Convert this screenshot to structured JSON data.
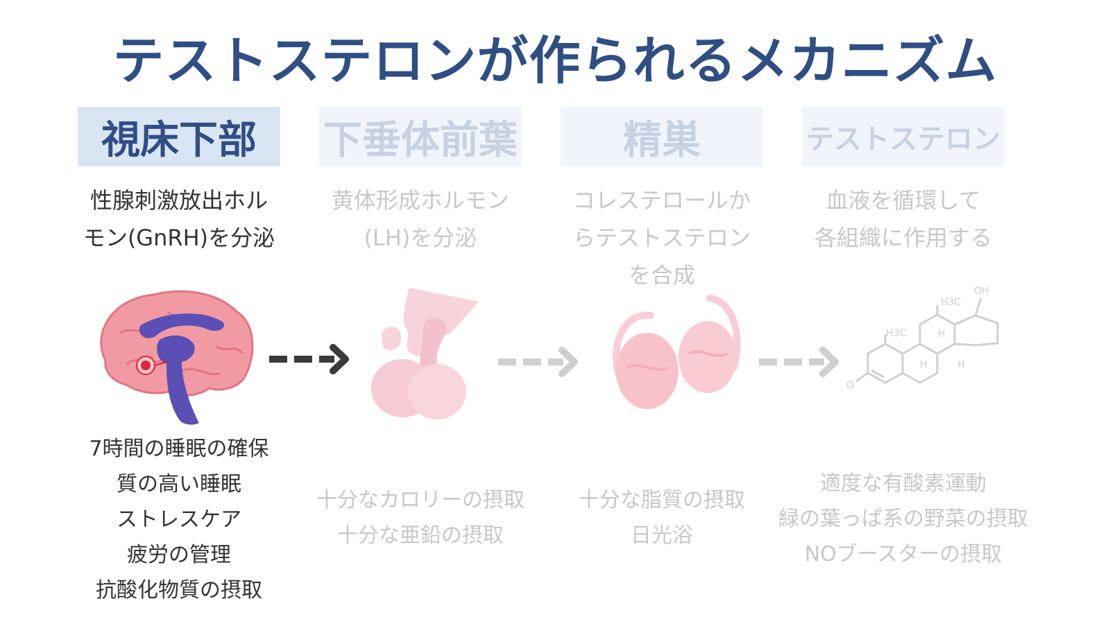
{
  "title": "テストステロンが作られるメカニズム",
  "stages": [
    {
      "name": "視床下部",
      "description_lines": [
        "性腺刺激放出ホル",
        "モン(GnRH)を分泌"
      ],
      "illustration": "brain-icon",
      "factors": [
        "7時間の睡眠の確保",
        "質の高い睡眠",
        "ストレスケア",
        "疲労の管理",
        "抗酸化物質の摂取"
      ],
      "active": true
    },
    {
      "name": "下垂体前葉",
      "description_lines": [
        "黄体形成ホルモン",
        "(LH)を分泌"
      ],
      "illustration": "pituitary-icon",
      "factors": [
        "十分なカロリーの摂取",
        "十分な亜鉛の摂取"
      ],
      "active": false
    },
    {
      "name": "精巣",
      "description_lines": [
        "コレステロールか",
        "らテストステロン",
        "を合成"
      ],
      "illustration": "testes-icon",
      "factors": [
        "十分な脂質の摂取",
        "日光浴"
      ],
      "active": false
    },
    {
      "name": "テストステロン",
      "description_lines": [
        "血液を循環して",
        "各組織に作用する"
      ],
      "illustration": "testosterone-molecule-icon",
      "factors": [
        "適度な有酸素運動",
        "緑の葉っぱ系の野菜の摂取",
        "NOブースターの摂取"
      ],
      "active": false
    }
  ],
  "molecule_labels": {
    "oh": "OH",
    "ch3_top": "H3C",
    "ch3_left": "H3C",
    "h1": "H",
    "h2": "H",
    "h3": "H",
    "o": "O"
  },
  "colors": {
    "title": "#2f4e84",
    "active_header_bg": "#d9e5f3",
    "inactive_header_bg": "#f1f5fb",
    "inactive_text": "#c8c8c8",
    "arrow_active": "#3a3a3a",
    "arrow_inactive": "#cfcfcf",
    "brain_pink": "#f29aa3",
    "brain_purple": "#5b4fb5"
  }
}
